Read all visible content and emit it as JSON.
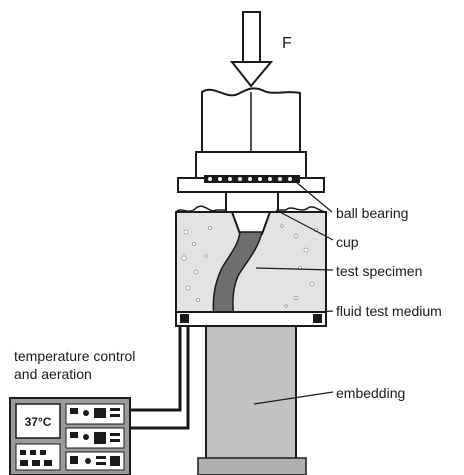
{
  "labels": {
    "force": "F",
    "ball_bearing": "ball bearing",
    "cup": "cup",
    "test_specimen": "test specimen",
    "fluid_test_medium": "fluid test medium",
    "temperature_control_line1": "temperature control",
    "temperature_control_line2": "and aeration",
    "embedding": "embedding"
  },
  "controller": {
    "display": "37°C"
  },
  "colors": {
    "line": "#1a1a1a",
    "shaft": "#bdbdbd",
    "specimen": "#6e6e6e",
    "medium": "#d4d4d4",
    "panel": "#9a9a9a",
    "pedestal": "#c2c2c2"
  }
}
